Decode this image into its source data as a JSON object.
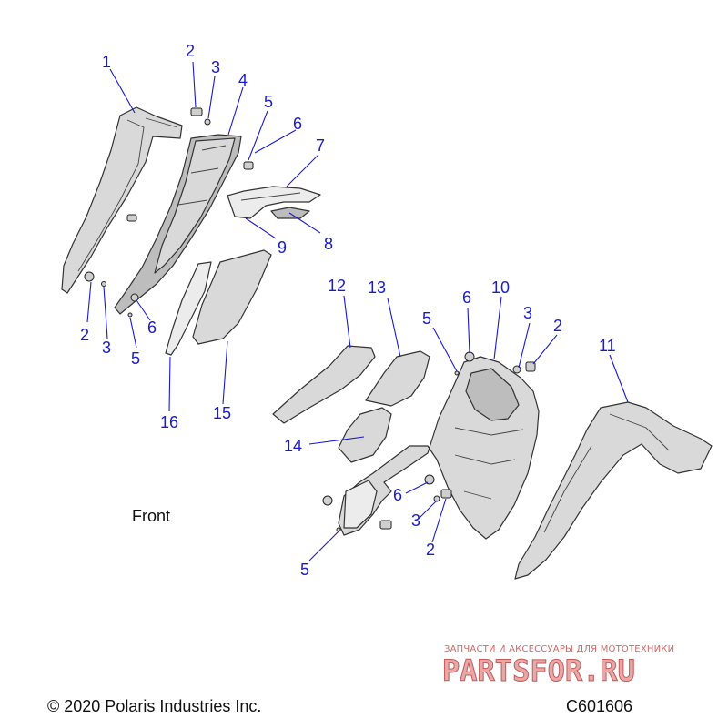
{
  "front_label": "Front",
  "copyright": "© 2020 Polaris Industries Inc.",
  "diagram_code": "C601606",
  "watermark": {
    "tagline": "ЗАПЧАСТИ И АКСЕССУАРЫ ДЛЯ МОТОТЕХНИКИ",
    "logo": "PARTSFOR.RU"
  },
  "callouts": {
    "c1": "1",
    "c2a": "2",
    "c3a": "3",
    "c4": "4",
    "c5a": "5",
    "c6a": "6",
    "c7": "7",
    "c8": "8",
    "c9": "9",
    "c2b": "2",
    "c3b": "3",
    "c6b": "6",
    "c5b": "5",
    "c16": "16",
    "c15": "15",
    "c12": "12",
    "c13": "13",
    "c5c": "5",
    "c6c": "6",
    "c10": "10",
    "c3c": "3",
    "c2c": "2",
    "c11": "11",
    "c14": "14",
    "c6d": "6",
    "c3d": "3",
    "c2d": "2",
    "c5d": "5"
  },
  "colors": {
    "callout": "#1a1ad0",
    "part_fill": "#d9d9d9",
    "watermark": "#c45a5a"
  }
}
